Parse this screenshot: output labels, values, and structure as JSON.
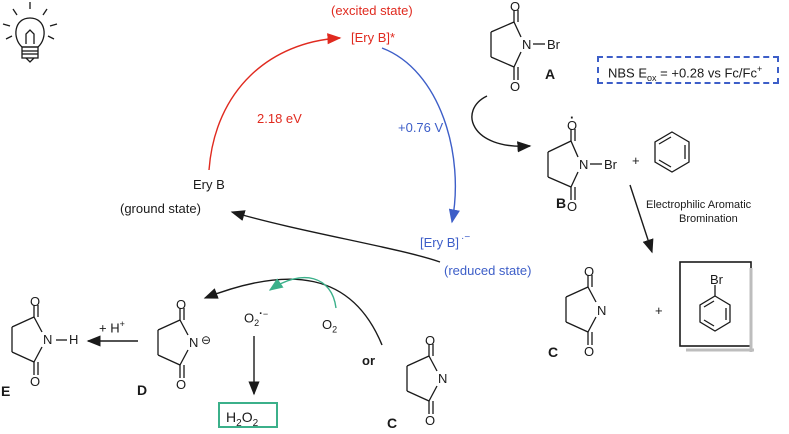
{
  "title": "",
  "texts": {
    "excited_state": "(excited state)",
    "ery_b_excited": "[Ery B]*",
    "energy": "2.18 eV",
    "potential": "+0.76 V",
    "ery_b": "Ery B",
    "ground_state": "(ground state)",
    "ery_b_reduced": "[Ery B]",
    "reduced_state": "(reduced state)",
    "superoxide_prefix": "O",
    "o2": "O",
    "or": "or",
    "h_plus": "+ H",
    "h2o2": "H",
    "plus_1": "+",
    "plus_2": "+",
    "eas_line1": "Electrophilic Aromatic",
    "eas_line2": "Bromination",
    "nbs_box": "NBS E",
    "nbs_box_rest": " = +0.28 vs Fc/Fc",
    "nbs_box_sub": "ox",
    "nbs_box_sup": "+",
    "br_label": "Br",
    "atom_n": "N",
    "atom_br": "Br",
    "atom_o": "O",
    "atom_h": "H"
  },
  "compounds": {
    "A": "A",
    "B": "B",
    "C": "C",
    "D": "D",
    "E": "E"
  },
  "colors": {
    "red": "#e02a1f",
    "blue": "#3d5ec8",
    "green": "#3bb08a",
    "black": "#1a1a1a"
  },
  "icons": [
    "light-bulb-icon",
    "benzene-ring",
    "bromobenzene-ring"
  ]
}
